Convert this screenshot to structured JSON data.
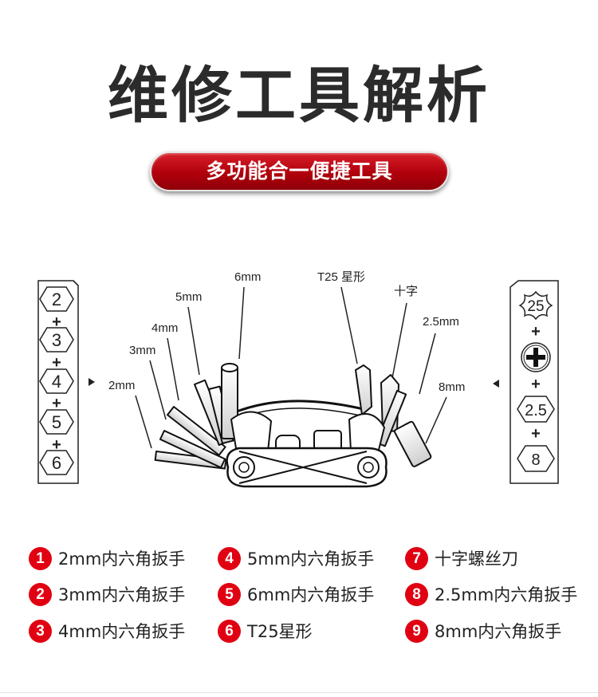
{
  "title": "维修工具解析",
  "subtitle": "多功能合一便捷工具",
  "diagram": {
    "callouts": [
      "2mm",
      "3mm",
      "4mm",
      "5mm",
      "6mm",
      "T25 星形",
      "十字",
      "2.5mm",
      "8mm"
    ],
    "left_panel": {
      "sizes": [
        "2",
        "3",
        "4",
        "5",
        "6"
      ],
      "separator": "+"
    },
    "right_panel": {
      "torx": "25",
      "hex_a": "2.5",
      "hex_b": "8",
      "separator": "+"
    }
  },
  "legend": [
    {
      "num": "1",
      "label": "2mm内六角扳手"
    },
    {
      "num": "2",
      "label": "3mm内六角扳手"
    },
    {
      "num": "3",
      "label": "4mm内六角扳手"
    },
    {
      "num": "4",
      "label": "5mm内六角扳手"
    },
    {
      "num": "5",
      "label": "6mm内六角扳手"
    },
    {
      "num": "6",
      "label": "T25星形"
    },
    {
      "num": "7",
      "label": "十字螺丝刀"
    },
    {
      "num": "8",
      "label": "2.5mm内六角扳手"
    },
    {
      "num": "9",
      "label": "8mm内六角扳手"
    }
  ],
  "colors": {
    "accent": "#e00012",
    "pill_dark": "#8e0008",
    "text": "#2b2b2b"
  }
}
